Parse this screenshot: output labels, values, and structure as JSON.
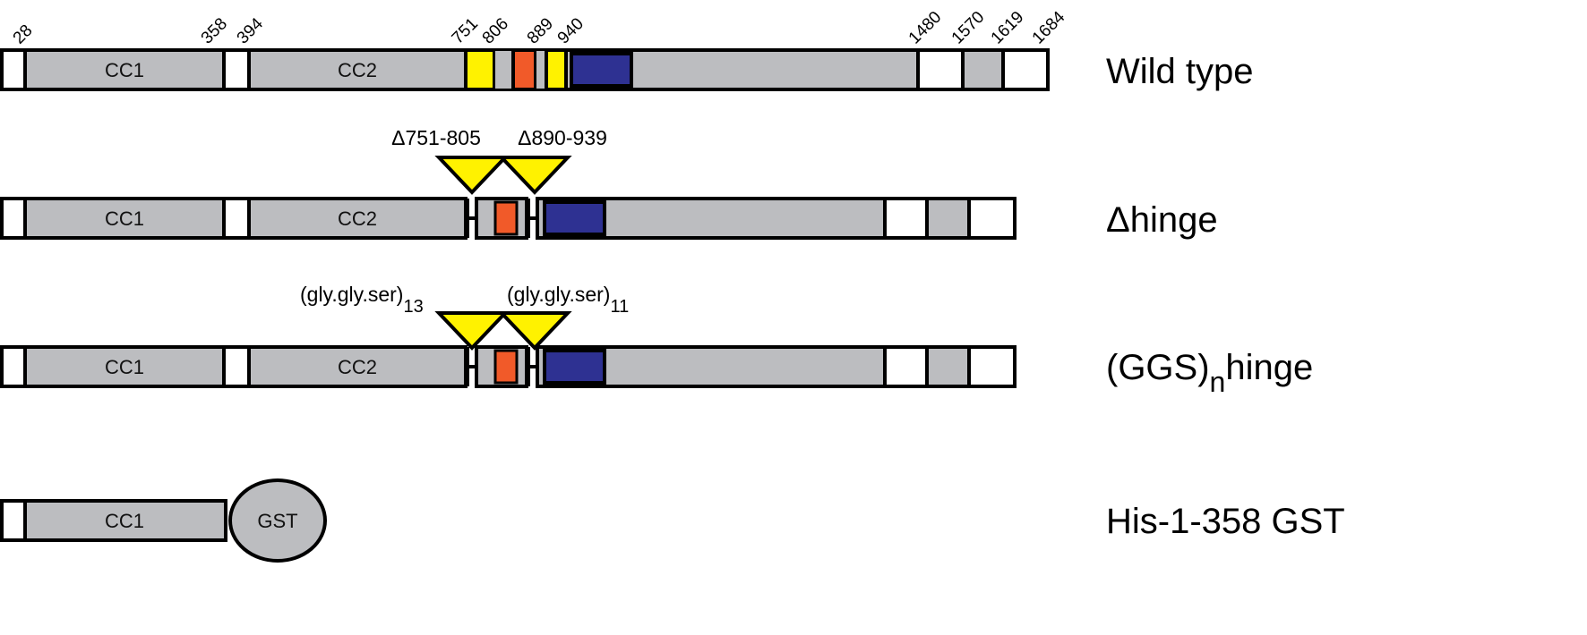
{
  "colors": {
    "gray": "#bcbdc0",
    "yellow": "#fff200",
    "orange": "#f15a29",
    "blue": "#2e3192",
    "white": "#ffffff",
    "black": "#000000"
  },
  "positions": [
    "28",
    "358",
    "394",
    "751",
    "806",
    "889",
    "940",
    "1480",
    "1570",
    "1619",
    "1684"
  ],
  "domains": {
    "cc1": "CC1",
    "cc2": "CC2",
    "gst": "GST"
  },
  "constructs": {
    "wild_type": "Wild type",
    "dhinge": "Δhinge",
    "ggs_prefix": "(GGS)",
    "ggs_sub": "n",
    "ggs_suffix": "hinge",
    "his": "His-1-358 GST"
  },
  "annotations": {
    "del1": "Δ751-805",
    "del2": "Δ890-939",
    "ggs1": "(gly.gly.ser)",
    "ggs1_sub": "13",
    "ggs2": "(gly.gly.ser)",
    "ggs2_sub": "11"
  }
}
